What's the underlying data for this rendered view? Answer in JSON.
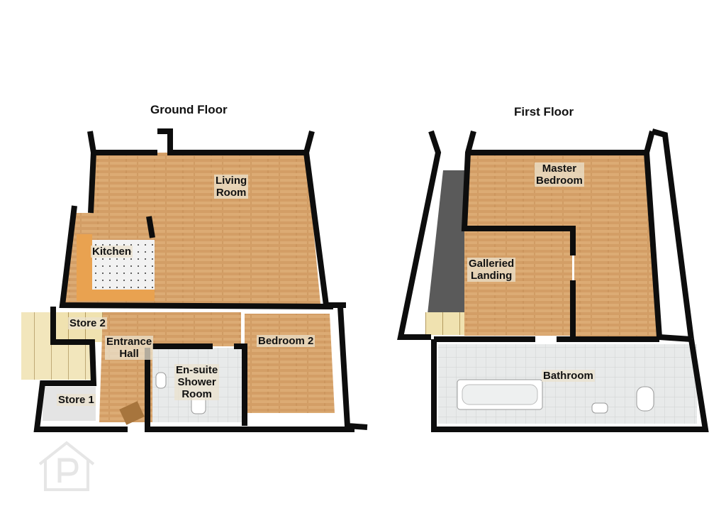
{
  "floors": {
    "ground": {
      "title": "Ground Floor",
      "rooms": {
        "living_room": "Living\nRoom",
        "kitchen": "Kitchen",
        "store_2": "Store 2",
        "entrance_hall": "Entrance\nHall",
        "store_1": "Store 1",
        "ensuite": "En-suite\nShower\nRoom",
        "bedroom_2": "Bedroom 2"
      }
    },
    "first": {
      "title": "First Floor",
      "rooms": {
        "master_bedroom": "Master\nBedroom",
        "galleried_landing": "Galleried\nLanding",
        "bathroom": "Bathroom"
      }
    }
  },
  "watermark": {
    "letter": "P",
    "icon": "property-logo-icon"
  },
  "colors": {
    "wood": "#d9a872",
    "tile": "#e6e8e8",
    "wall": "#0d0d0d",
    "stairs": "#efe2b0",
    "stairwell": "#555555"
  }
}
